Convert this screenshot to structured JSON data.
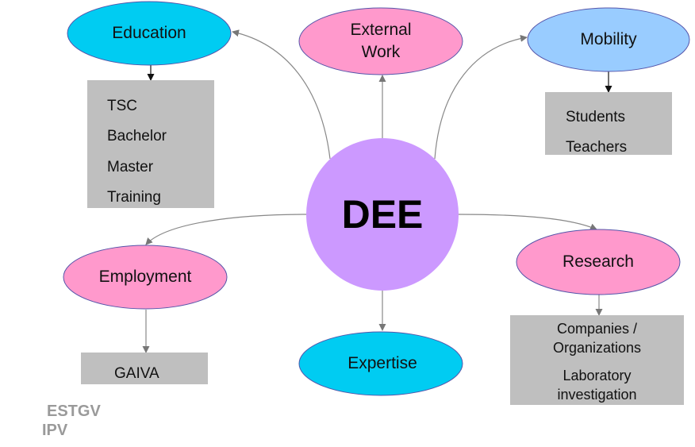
{
  "colors": {
    "cyan": "#00ccf2",
    "pink": "#ff99cc",
    "light_blue": "#99ccff",
    "hub": "#cc99ff",
    "box": "#bfbfbf",
    "outline": "#5555aa",
    "arrow": "#888888",
    "footer_text": "#9a9a9a"
  },
  "hub": {
    "label": "DEE"
  },
  "nodes": {
    "education": {
      "label": "Education"
    },
    "external_work": {
      "label": "External\nWork"
    },
    "mobility": {
      "label": "Mobility"
    },
    "employment": {
      "label": "Employment"
    },
    "expertise": {
      "label": "Expertise"
    },
    "research": {
      "label": "Research"
    }
  },
  "boxes": {
    "education": {
      "items": [
        "TSC",
        "Bachelor",
        "Master",
        "Training"
      ]
    },
    "mobility": {
      "items": [
        "Students",
        "Teachers"
      ]
    },
    "employment": {
      "items": [
        "GAIVA"
      ]
    },
    "research": {
      "items": [
        "Companies /\nOrganizations",
        "Laboratory\ninvestigation"
      ]
    }
  },
  "footer": {
    "line1": "ESTGV",
    "line2": "IPV"
  }
}
